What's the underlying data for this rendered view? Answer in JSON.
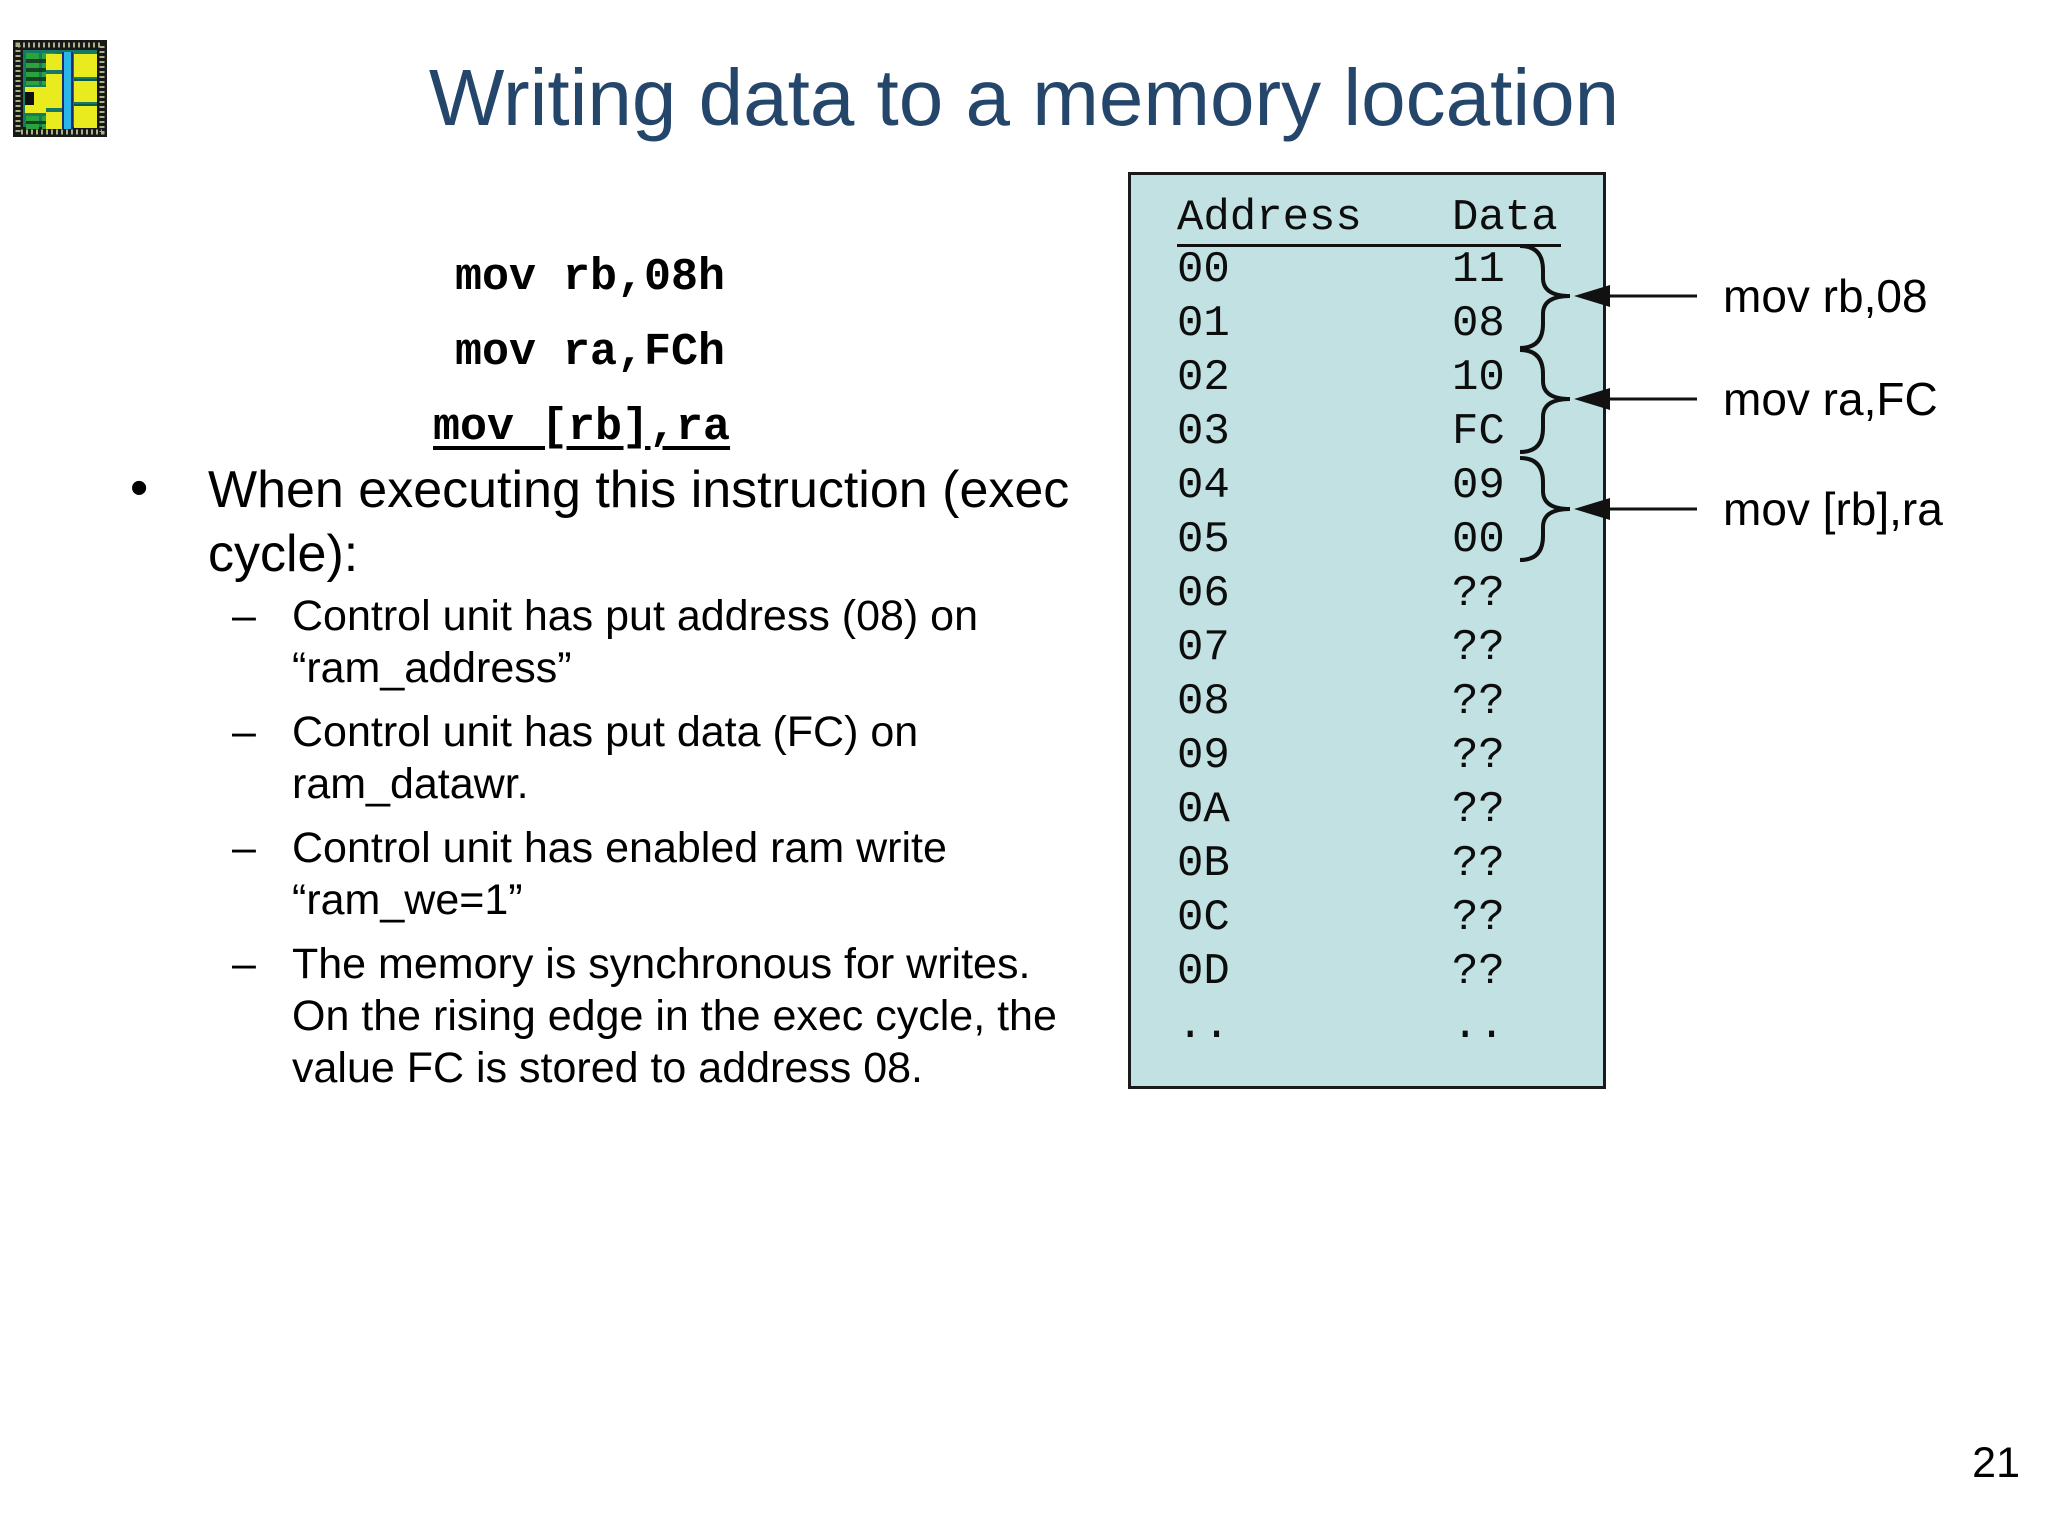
{
  "slide": {
    "title": "Writing data to a memory location",
    "page_number": "21"
  },
  "icon": {
    "name": "chip-die-icon"
  },
  "code_block": {
    "lines": [
      "mov rb,08h",
      "mov ra,FCh",
      "mov [rb],ra"
    ]
  },
  "bullet": {
    "marker": "•",
    "lines": [
      "When executing this instruction (exec",
      "cycle):"
    ]
  },
  "sub_bullets": {
    "marker": "–",
    "items": [
      {
        "lines": [
          "Control unit has put address (08) on",
          "“ram_address”"
        ]
      },
      {
        "lines": [
          "Control unit has put data (FC) on",
          "ram_datawr."
        ]
      },
      {
        "lines": [
          "Control unit has enabled ram write",
          "“ram_we=1”"
        ]
      },
      {
        "lines": [
          "The memory is synchronous for writes.",
          "On the rising edge in the exec cycle, the",
          "value FC is stored to address 08."
        ]
      }
    ]
  },
  "memory_table": {
    "headers": {
      "address": "Address",
      "data": "Data"
    },
    "rows": [
      {
        "address": "00",
        "data": "11"
      },
      {
        "address": "01",
        "data": "08"
      },
      {
        "address": "02",
        "data": "10"
      },
      {
        "address": "03",
        "data": "FC"
      },
      {
        "address": "04",
        "data": "09"
      },
      {
        "address": "05",
        "data": "00"
      },
      {
        "address": "06",
        "data": "??"
      },
      {
        "address": "07",
        "data": "??"
      },
      {
        "address": "08",
        "data": "??"
      },
      {
        "address": "09",
        "data": "??"
      },
      {
        "address": "0A",
        "data": "??"
      },
      {
        "address": "0B",
        "data": "??"
      },
      {
        "address": "0C",
        "data": "??"
      },
      {
        "address": "0D",
        "data": "??"
      },
      {
        "address": "..",
        "data": ".."
      }
    ]
  },
  "annotations": {
    "labels": [
      {
        "text": "mov rb,08"
      },
      {
        "text": "mov ra,FC"
      },
      {
        "text": "mov [rb],ra"
      }
    ]
  },
  "colors": {
    "title": "#25466b",
    "table_background": "#c2e1e2",
    "text": "#000000",
    "line": "#111111"
  }
}
